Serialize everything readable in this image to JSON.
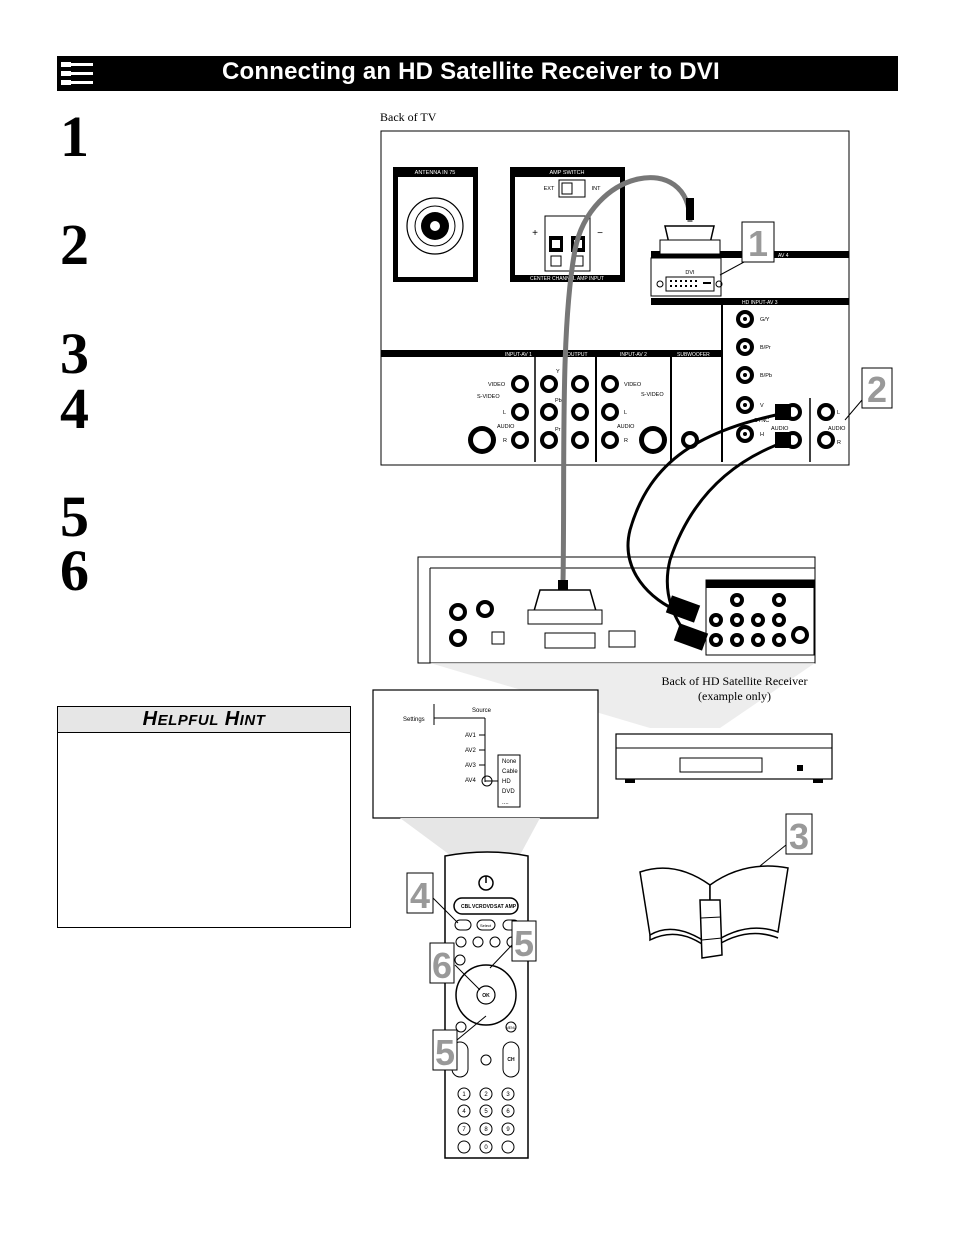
{
  "header": {
    "title": "Connecting an HD Satellite Receiver to DVI"
  },
  "steps": [
    "1",
    "2",
    "3",
    "4",
    "5",
    "6"
  ],
  "hint": {
    "title_caps_1": "H",
    "title_small_1": "ELPFUL",
    "title_caps_2": "H",
    "title_small_2": "INT"
  },
  "tv": {
    "label": "Back of TV",
    "antenna": "ANTENNA IN 75",
    "amp_switch": "AMP SWITCH",
    "ext": "EXT",
    "int": "INT",
    "center_channel": "CENTER CHANNEL AMP INPUT",
    "av4": "AV 4",
    "dvi": "DVI",
    "hd_input": "HD INPUT-AV 3",
    "gy": "G/Y",
    "bpr": "B/Pr",
    "bpb": "B/Pb",
    "v": "V",
    "sync": "SYNC",
    "h": "H",
    "audio": "AUDIO",
    "l": "L",
    "r": "R",
    "input_av1": "INPUT-AV 1",
    "output": "OUTPUT",
    "input_av2": "INPUT-AV 2",
    "subwoofer": "SUBWOOFER",
    "video": "VIDEO",
    "svideo": "S-VIDEO",
    "y": "Y",
    "pb": "Pb",
    "pr": "Pr"
  },
  "receiver": {
    "label_line1": "Back of HD Satellite Receiver",
    "label_line2": "(example only)"
  },
  "menu": {
    "settings": "Settings",
    "source": "Source",
    "items": [
      "AV1",
      "AV2",
      "AV3",
      "AV4"
    ],
    "options": [
      "None",
      "Cable",
      "HD",
      "DVD",
      "...."
    ]
  },
  "remote": {
    "mode_buttons": [
      "CBL",
      "VCR",
      "DVD",
      "SAT",
      "AMP"
    ],
    "ok": "OK",
    "ch": "CH",
    "menu": "MENU",
    "select": "Select",
    "digits": [
      "1",
      "2",
      "3",
      "4",
      "5",
      "6",
      "7",
      "8",
      "9",
      "0"
    ]
  },
  "callouts": {
    "c1": "1",
    "c2": "2",
    "c3": "3",
    "c4": "4",
    "c5a": "5",
    "c6": "6",
    "c5b": "5"
  }
}
